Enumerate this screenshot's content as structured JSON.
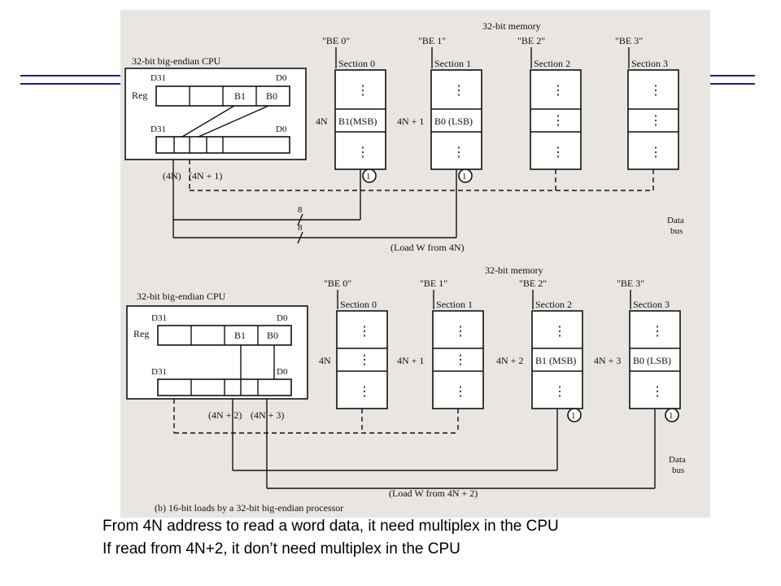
{
  "top": {
    "memory_title": "32-bit memory",
    "cpu_title": "32-bit big-endian CPU",
    "reg_label": "Reg",
    "d31": "D31",
    "d0": "D0",
    "b1": "B1",
    "b0": "B0",
    "addr_a": "(4N)",
    "addr_b": "(4N + 1)",
    "be": [
      "\"BE 0\"",
      "\"BE 1\"",
      "\"BE 2\"",
      "\"BE 3\""
    ],
    "sections": [
      "Section 0",
      "Section 1",
      "Section 2",
      "Section 3"
    ],
    "row_label_0": "4N",
    "row_label_1": "4N + 1",
    "cell_0": "B1(MSB)",
    "cell_1": "B0 (LSB)",
    "bus_width": "8",
    "load_label": "(Load W from 4N)",
    "data_bus": [
      "Data",
      "bus"
    ],
    "circle": "1",
    "dots": "⋮"
  },
  "bottom": {
    "memory_title": "32-bit memory",
    "cpu_title": "32-bit big-endian CPU",
    "reg_label": "Reg",
    "d31": "D31",
    "d0": "D0",
    "b1": "B1",
    "b0": "B0",
    "addr_a": "(4N + 2)",
    "addr_b": "(4N + 3)",
    "be": [
      "\"BE 0\"",
      "\"BE 1\"",
      "\"BE 2\"",
      "\"BE 3\""
    ],
    "sections": [
      "Section 0",
      "Section 1",
      "Section 2",
      "Section 3"
    ],
    "row_labels": [
      "4N",
      "4N + 1",
      "4N + 2",
      "4N + 3"
    ],
    "cell_2": "B1 (MSB)",
    "cell_3": "B0 (LSB)",
    "load_label": "(Load W from 4N + 2)",
    "figure_caption": "(b) 16-bit loads by a 32-bit big-endian processor",
    "data_bus": [
      "Data",
      "bus"
    ],
    "circle": "1",
    "dots": "⋮"
  },
  "captions": {
    "line1": "From 4N address to read a word data, it need multiplex in the CPU",
    "line2": "If read from 4N+2, it don’t need multiplex in the CPU"
  },
  "colors": {
    "rule": "#1a1f8c",
    "scan_bg": "#e9e6e1"
  }
}
